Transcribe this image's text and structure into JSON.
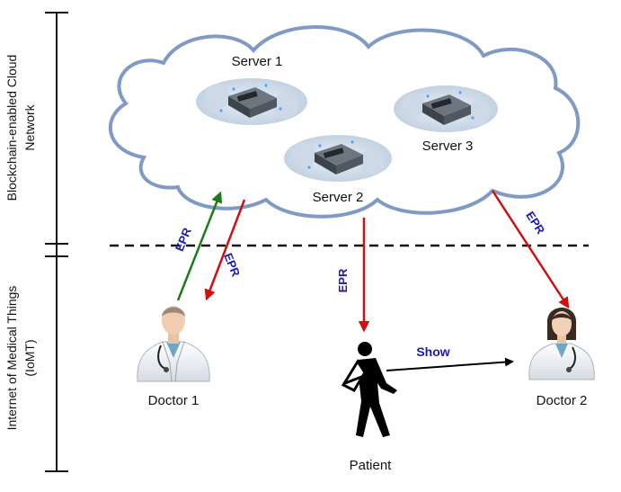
{
  "left_scale": {
    "top_label": "Blockchain-enabled Cloud Network",
    "top_label_line1": "Blockchain-enabled Cloud",
    "top_label_line2": "Network",
    "bottom_label_line1": "Internet of Medical Things",
    "bottom_label_line2": "(IoMT)"
  },
  "cloud": {
    "servers": [
      {
        "name": "Server 1",
        "icon": "server-icon"
      },
      {
        "name": "Server 2",
        "icon": "server-icon"
      },
      {
        "name": "Server 3",
        "icon": "server-icon"
      }
    ]
  },
  "actors": {
    "doctor1": {
      "label": "Doctor 1",
      "icon": "doctor-icon"
    },
    "doctor2": {
      "label": "Doctor 2",
      "icon": "female-doctor-icon"
    },
    "patient": {
      "label": "Patient",
      "icon": "patient-icon"
    }
  },
  "flows": {
    "doctor1_up": {
      "label": "EPR",
      "color": "#1e7a1e"
    },
    "cloud_to_doctor1": {
      "label": "EPR",
      "color": "#cc1111"
    },
    "cloud_to_patient": {
      "label": "EPR",
      "color": "#cc1111"
    },
    "cloud_to_doctor2": {
      "label": "EPR",
      "color": "#cc1111"
    },
    "patient_show_doctor2": {
      "label": "Show",
      "color": "#000000"
    }
  },
  "colors": {
    "epr_text": "#1a1ab0",
    "cloud_outline": "#7f9ac4"
  }
}
